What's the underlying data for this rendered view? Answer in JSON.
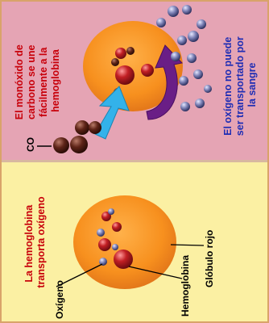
{
  "panels": {
    "right": {
      "title_lines": [
        "El monóxido de",
        "carbono se une",
        "fácilmente a la",
        "hemoglobina"
      ],
      "co_label": "CO",
      "result_lines": [
        "El oxígeno no puede",
        "ser transportado por",
        "la sangre"
      ]
    },
    "left": {
      "title_lines": [
        "La hemoglobina",
        "transporta oxígeno"
      ],
      "oxygen_label": "Oxígeno",
      "hemoglobin_label": "Hemoglobina",
      "red_cell_label": "Glóbulo rojo"
    }
  },
  "colors": {
    "right_panel_bg": "#e5a4b4",
    "left_panel_bg": "#fbf0a3",
    "cell": "#f7901e",
    "title_text": "#c8000a",
    "body_text": "#000000",
    "result_text": "#1e2db4",
    "arrow_in": "#33b2ea",
    "arrow_out": "#6a1e86"
  }
}
